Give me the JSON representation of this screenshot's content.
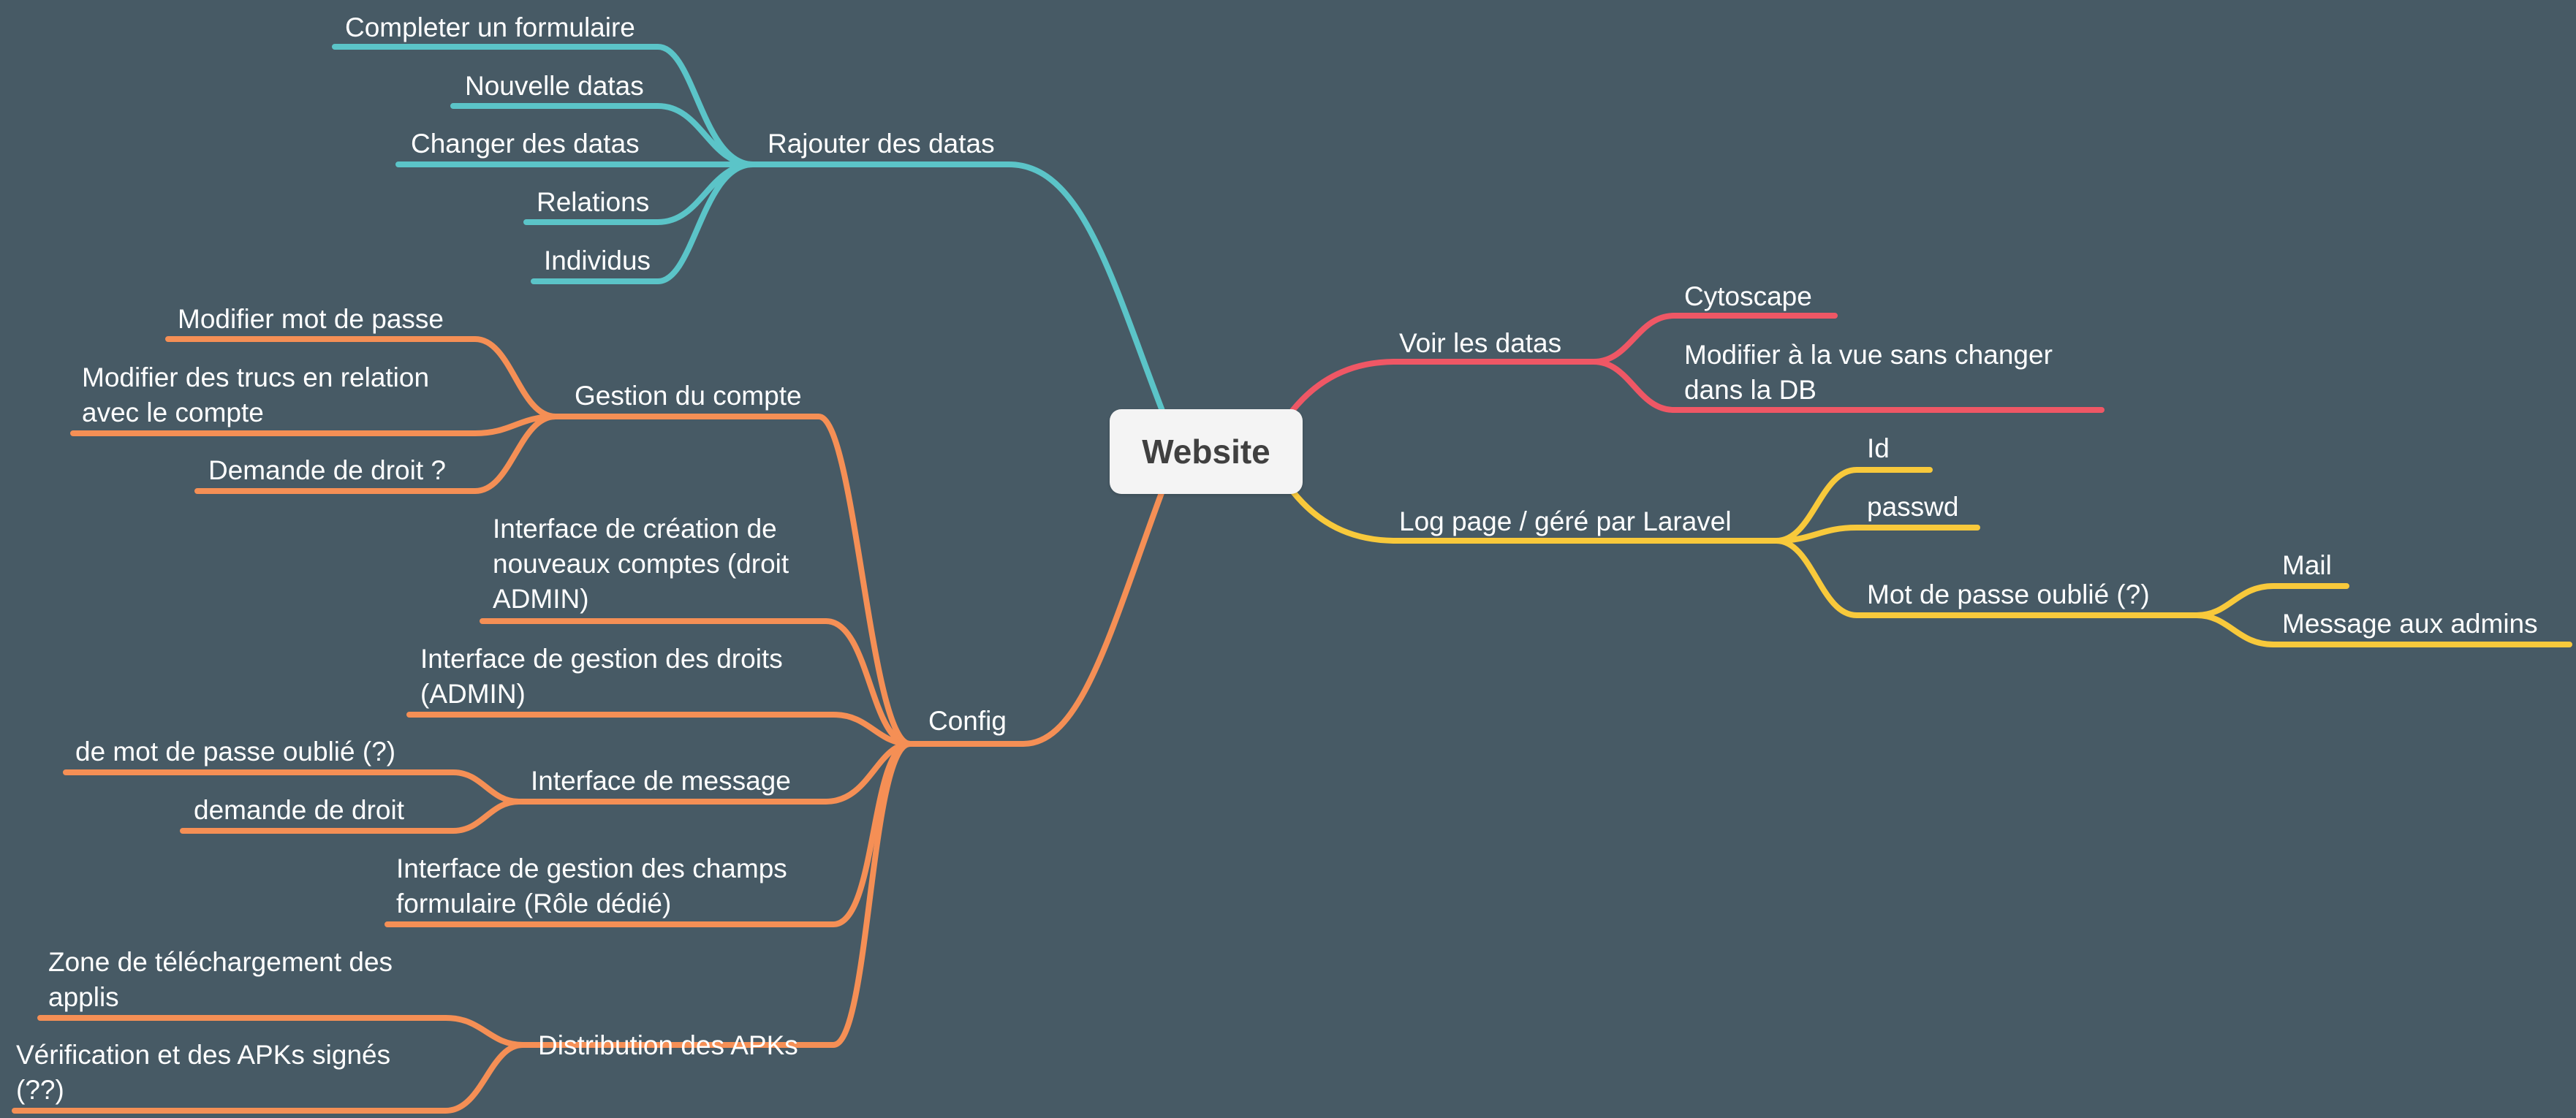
{
  "colors": {
    "background": "#475a65",
    "teal": "#5bc4c8",
    "orange": "#f58f55",
    "red": "#ef5765",
    "yellow": "#f8c93b"
  },
  "root": {
    "label": "Website"
  },
  "branches": {
    "rajouter": {
      "label": "Rajouter des datas",
      "children": [
        "Completer un formulaire",
        "Nouvelle datas",
        "Changer des datas",
        "Relations",
        "Individus"
      ]
    },
    "config": {
      "label": "Config",
      "gestion_compte": {
        "label": "Gestion du compte",
        "children": [
          "Modifier mot de passe",
          "Modifier des trucs en relation avec le compte",
          "Demande de droit ?"
        ]
      },
      "interface_creation": "Interface de création de nouveaux comptes (droit ADMIN)",
      "interface_gestion_droits": "Interface de gestion des droits (ADMIN)",
      "interface_message": {
        "label": "Interface de message",
        "children": [
          "de mot de passe oublié (?)",
          "demande de droit"
        ]
      },
      "interface_champs": "Interface de gestion des champs formulaire (Rôle dédié)",
      "distribution": {
        "label": "Distribution des APKs",
        "children": [
          "Zone de téléchargement des applis",
          "Vérification et des APKs signés (??)"
        ]
      }
    },
    "voir": {
      "label": "Voir les datas",
      "children": [
        "Cytoscape",
        "Modifier à la vue sans changer dans la DB"
      ]
    },
    "log": {
      "label": "Log page / géré par Laravel",
      "children": [
        "Id",
        "passwd"
      ],
      "mot_de_passe": {
        "label": "Mot de passe oublié (?)",
        "children": [
          "Mail",
          "Message aux admins"
        ]
      }
    }
  }
}
